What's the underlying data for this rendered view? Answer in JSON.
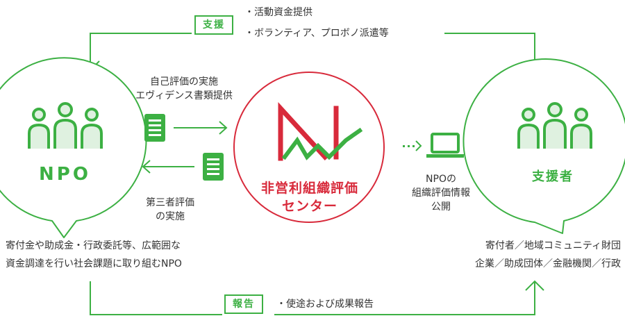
{
  "colors": {
    "green": "#3cb043",
    "green_light": "#dff1e0",
    "red": "#d82a3b",
    "text": "#333333"
  },
  "support": {
    "tag": "支援",
    "items": [
      "・活動資金提供",
      "・ボランティア、プロボノ派遣等"
    ]
  },
  "report": {
    "tag": "報告",
    "items": [
      "・使途および成果報告"
    ]
  },
  "npo": {
    "label": "NPO",
    "description": [
      "寄付金や助成金・行政委託等、広範囲な",
      "資金調達を行い社会課題に取り組むNPO"
    ]
  },
  "center": {
    "name": [
      "非営利組織評価",
      "センター"
    ]
  },
  "supporter": {
    "label": "支援者",
    "description": [
      "寄付者／地域コミュニティ財団",
      "企業／助成団体／金融機関／行政"
    ]
  },
  "flows": {
    "self_eval": [
      "自己評価の実施",
      "エヴィデンス書類提供"
    ],
    "third_party": [
      "第三者評価",
      "の実施"
    ],
    "disclosure": [
      "NPOの",
      "組織評価情報",
      "公開"
    ]
  },
  "icons": [
    "people-icon",
    "document-icon",
    "laptop-icon",
    "center-logo"
  ]
}
